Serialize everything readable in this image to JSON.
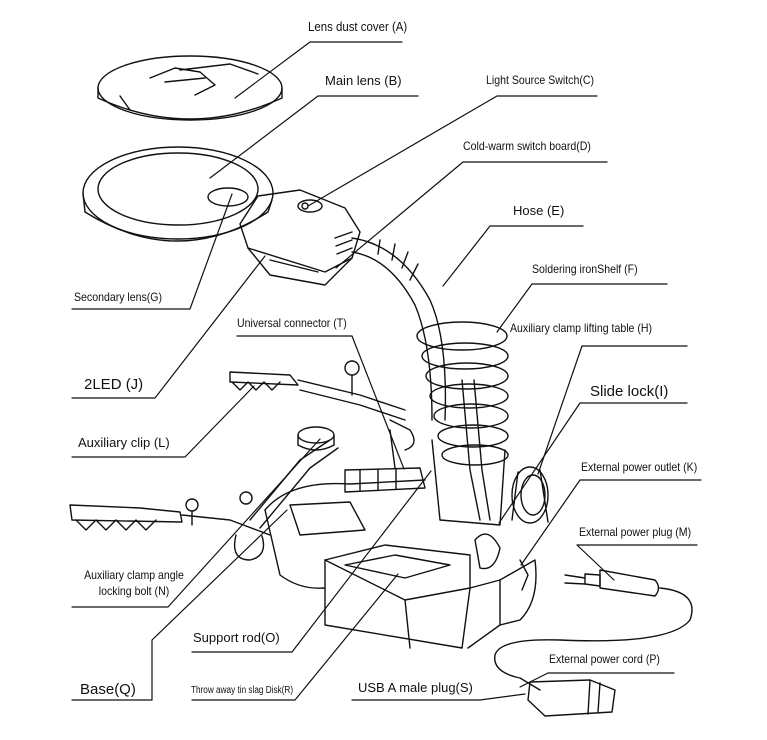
{
  "labels": {
    "a": "Lens dust cover (A)",
    "b": "Main lens (B)",
    "c": "Light Source Switch(C)",
    "d": "Cold-warm switch board(D)",
    "e": "Hose (E)",
    "f": "Soldering ironShelf (F)",
    "g": "Secondary lens(G)",
    "h": "Auxiliary clamp lifting table (H)",
    "i": "Slide lock(I)",
    "j": "2LED (J)",
    "k": "External power outlet (K)",
    "l": "Auxiliary clip (L)",
    "m": "External power plug (M)",
    "n_line1": "Auxiliary clamp angle",
    "n_line2": "locking bolt (N)",
    "o": "Support rod(O)",
    "p": "External power cord (P)",
    "q": "Base(Q)",
    "r": "Throw away tin slag Disk(R)",
    "s": "USB A male plug(S)",
    "t": "Universal connector (T)"
  },
  "colors": {
    "ink": "#111111",
    "background": "#ffffff"
  }
}
